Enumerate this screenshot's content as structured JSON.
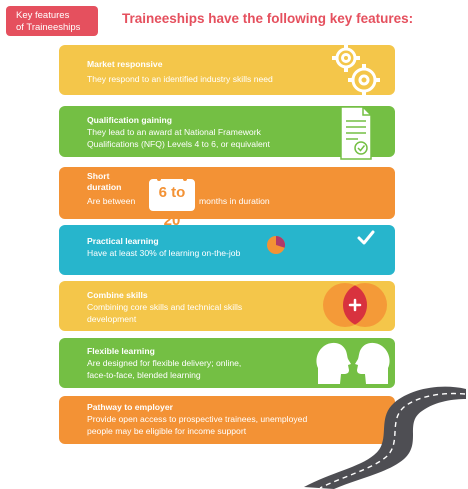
{
  "tag": {
    "line1": "Key features",
    "line2": "of Traineeships"
  },
  "headline": "Traineeships have the following key features:",
  "colors": {
    "accent": "#e5505e",
    "yellow": "#f4c64a",
    "green": "#74bf44",
    "orange": "#f39235",
    "cyan": "#27b5cc"
  },
  "features": [
    {
      "title": "Market responsive",
      "line1": "They respond to an identified industry skills need",
      "icon": "gears-icon"
    },
    {
      "title": "Qualification gaining",
      "line1": "They lead to an award at National Framework",
      "line2": "Qualifications (NFQ) Levels 4 to 6, or equivalent",
      "icon": "certificate-icon"
    },
    {
      "title_line1": "Short",
      "title_line2": "duration",
      "before": "Are between",
      "highlight": "6 to 20",
      "after": "months in duration",
      "icon": "calendar-icon"
    },
    {
      "title": "Practical learning",
      "line1": "Have at least 30% of learning on-the-job",
      "icon": "checkmark-icon"
    },
    {
      "title": "Combine skills",
      "line1": "Combining core skills and technical skills",
      "line2": "development",
      "icon": "venn-plus-icon"
    },
    {
      "title": "Flexible learning",
      "line1": "Are designed for flexible delivery; online,",
      "line2": "face-to-face, blended learning",
      "icon": "heads-icon"
    },
    {
      "title": "Pathway to employer",
      "line1": "Provide open access to prospective trainees, unemployed",
      "line2": "people may be eligible for income support",
      "icon": "road-icon"
    }
  ]
}
